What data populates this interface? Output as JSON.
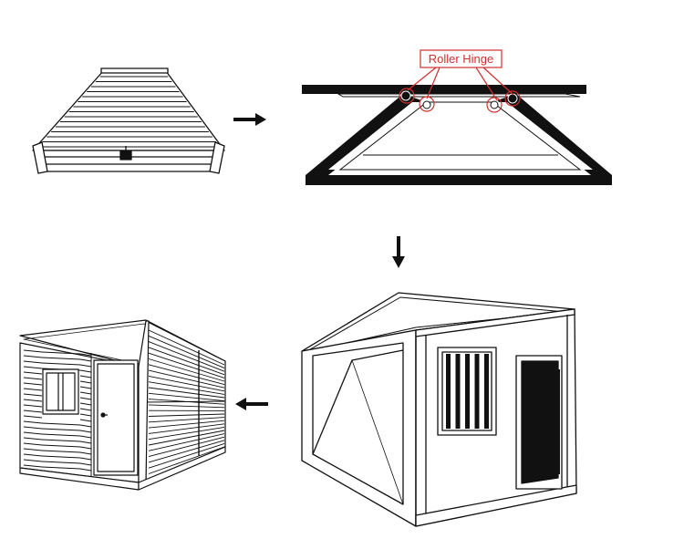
{
  "callout": {
    "label": "Roller Hinge",
    "color": "#d0302f"
  },
  "colors": {
    "line": "#111111",
    "fill": "#ffffff",
    "dark": "#111111"
  },
  "steps": [
    {
      "id": "folded-roof",
      "order": 1
    },
    {
      "id": "hinge-section",
      "order": 2
    },
    {
      "id": "unfolded-frame",
      "order": 3
    },
    {
      "id": "finished-house",
      "order": 4
    }
  ],
  "arrows": [
    {
      "id": "arrow-right",
      "icon": "arrow-right-icon"
    },
    {
      "id": "arrow-down",
      "icon": "arrow-down-icon"
    },
    {
      "id": "arrow-left",
      "icon": "arrow-left-icon"
    }
  ]
}
